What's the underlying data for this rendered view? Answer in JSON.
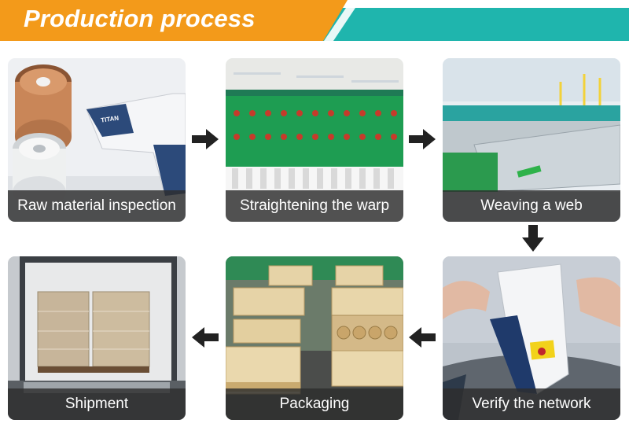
{
  "header": {
    "title": "Production process"
  },
  "steps": [
    {
      "label": "Raw material inspection",
      "image": "copper-wire-spools-and-xrf-analyzer-photo"
    },
    {
      "label": "Straightening the warp",
      "image": "warping-machine-photo"
    },
    {
      "label": "Weaving a web",
      "image": "weaving-looms-photo"
    },
    {
      "label": "Verify the network",
      "image": "handheld-analyzer-on-mesh-roll-photo"
    },
    {
      "label": "Packaging",
      "image": "wooden-crates-photo"
    },
    {
      "label": "Shipment",
      "image": "loaded-truck-photo"
    }
  ],
  "colors": {
    "accent_orange": "#f39a1a",
    "accent_teal": "#1fb5ad",
    "caption_bg": "#2d2d2d",
    "arrow": "#222222"
  },
  "icons": [
    "arrow-right-icon",
    "arrow-down-icon",
    "arrow-left-icon"
  ]
}
